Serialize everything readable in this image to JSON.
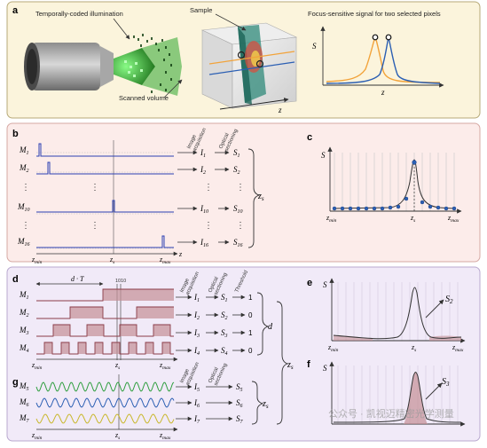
{
  "panels": {
    "a": {
      "label": "a",
      "illumination": "Temporally-coded illumination",
      "scanned_volume": "Scanned volume",
      "sample": "Sample",
      "signal_title": "Focus-sensitive signal for two selected pixels",
      "axis_y": "S",
      "axis_x": "z",
      "volume_axis": "z",
      "colors": {
        "orange": "#F2A33A",
        "blue": "#2B5FB3",
        "green": "#3FBF3F"
      }
    },
    "b": {
      "label": "b",
      "rows": [
        {
          "m": "M",
          "msub": "1",
          "i": "I",
          "isub": "1",
          "s": "S",
          "ssub": "1"
        },
        {
          "m": "M",
          "msub": "2",
          "i": "I",
          "isub": "2",
          "s": "S",
          "ssub": "2"
        },
        {
          "m": "M",
          "msub": "10",
          "i": "I",
          "isub": "10",
          "s": "S",
          "ssub": "10"
        },
        {
          "m": "M",
          "msub": "16",
          "i": "I",
          "isub": "16",
          "s": "S",
          "ssub": "16"
        }
      ],
      "dots": "⋮",
      "image_acq": [
        "Image",
        "acquisition"
      ],
      "optical_sec": [
        "Optical",
        "sectioning"
      ],
      "brace_label": "z",
      "brace_sub": "s",
      "axis_labels": {
        "zmin": "z",
        "zmin_sub": "min",
        "zs": "z",
        "zs_sub": "s",
        "zmax": "z",
        "zmax_sub": "max",
        "z": "z"
      }
    },
    "c": {
      "label": "c",
      "axis_y": "S",
      "zmin": "z",
      "zmin_sub": "min",
      "zs": "z",
      "zs_sub": "s",
      "zmax": "z",
      "zmax_sub": "max"
    },
    "d": {
      "label": "d",
      "period": "d · T",
      "code": "1010",
      "rows": [
        {
          "m": "M",
          "msub": "1",
          "i": "I",
          "isub": "1",
          "s": "S",
          "ssub": "1",
          "bit": "1"
        },
        {
          "m": "M",
          "msub": "2",
          "i": "I",
          "isub": "2",
          "s": "S",
          "ssub": "2",
          "bit": "0"
        },
        {
          "m": "M",
          "msub": "3",
          "i": "I",
          "isub": "3",
          "s": "S",
          "ssub": "3",
          "bit": "1"
        },
        {
          "m": "M",
          "msub": "4",
          "i": "I",
          "isub": "4",
          "s": "S",
          "ssub": "4",
          "bit": "0"
        }
      ],
      "image_acq": [
        "Image",
        "acquisition"
      ],
      "optical_sec": [
        "Optical",
        "sectioning"
      ],
      "threshold": "Threshold",
      "brace_d": "d",
      "brace_zs": "z",
      "brace_zs_sub": "s"
    },
    "e": {
      "label": "e",
      "axis_y": "S",
      "curve": "S",
      "curve_sub": "2",
      "zmin": "z",
      "zmin_sub": "min",
      "zs": "z",
      "zs_sub": "s",
      "zmax": "z",
      "zmax_sub": "max"
    },
    "f": {
      "label": "f",
      "axis_y": "S",
      "curve": "S",
      "curve_sub": "3"
    },
    "g": {
      "label": "g",
      "rows": [
        {
          "m": "M",
          "msub": "5",
          "i": "I",
          "isub": "5",
          "s": "S",
          "ssub": "5",
          "color": "#2E9E3E"
        },
        {
          "m": "M",
          "msub": "6",
          "i": "I",
          "isub": "6",
          "s": "S",
          "ssub": "6",
          "color": "#2B5FB3"
        },
        {
          "m": "M",
          "msub": "7",
          "i": "I",
          "isub": "7",
          "s": "S",
          "ssub": "7",
          "color": "#D2C23A"
        }
      ],
      "image_acq": [
        "Image",
        "acquisition"
      ],
      "optical_sec": [
        "Optical",
        "sectioning"
      ],
      "brace": "z",
      "brace_sub": "s",
      "axis_labels": {
        "zmin": "z",
        "zmin_sub": "min",
        "zs": "z",
        "zs_sub": "s",
        "zmax": "z",
        "zmax_sub": "max"
      }
    },
    "watermark": "公众号 · 凯视迈精密光学测量"
  }
}
